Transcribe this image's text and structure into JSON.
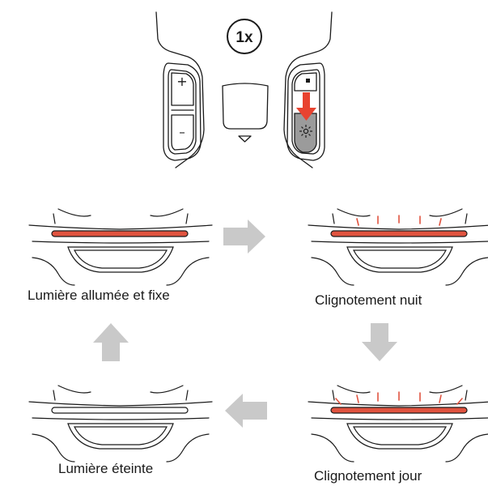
{
  "device": {
    "press_count": "1x",
    "plus_symbol": "+",
    "minus_symbol": "–"
  },
  "colors": {
    "light_red": "#e0533f",
    "arrow_red": "#e84330",
    "arrow_gray": "#c9c9c9",
    "outline": "#1a1a1a",
    "button_gray": "#9b9b9b"
  },
  "states": {
    "on_steady": "Lumière allumée et fixe",
    "night_flash": "Clignotement nuit",
    "day_flash": "Clignotement jour",
    "off": "Lumière éteinte"
  }
}
